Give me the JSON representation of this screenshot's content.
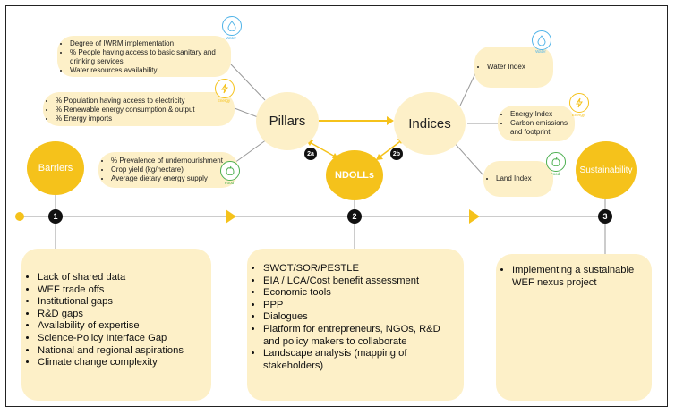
{
  "pillars_label": "Pillars",
  "indices_label": "Indices",
  "ndolls_label": "NDOLLs",
  "barriers_label": "Barriers",
  "sustainability_label": "Sustainability",
  "water_indicators": [
    "Degree of IWRM implementation",
    "% People having access to basic sanitary and drinking services",
    "Water resources availability"
  ],
  "energy_indicators": [
    "% Population having access to electricity",
    "% Renewable energy consumption & output",
    "% Energy imports"
  ],
  "food_indicators": [
    "% Prevalence of undernourishment",
    "Crop yield (kg/hectare)",
    "Average dietary energy supply"
  ],
  "water_index": "Water Index",
  "energy_index_items": [
    "Energy Index",
    "Carbon emissions and footprint"
  ],
  "land_index": "Land Index",
  "icon_labels": {
    "water": "Water",
    "energy": "Energy",
    "food": "Food"
  },
  "step_numbers": {
    "one": "1",
    "two": "2",
    "three": "3",
    "two_a": "2a",
    "two_b": "2b"
  },
  "barriers_list": [
    "Lack of shared data",
    "WEF trade offs",
    "Institutional gaps",
    "R&D gaps",
    "Availability of expertise",
    "Science-Policy Interface Gap",
    "National and regional aspirations",
    "Climate change complexity"
  ],
  "tools_list": [
    "SWOT/SOR/PESTLE",
    "EIA / LCA/Cost benefit assessment",
    "Economic tools",
    "PPP",
    "Dialogues",
    "Platform for entrepreneurs, NGOs, R&D and policy makers to collaborate",
    "Landscape analysis (mapping of stakeholders)"
  ],
  "sustainability_list": [
    "Implementing a sustainable WEF nexus project"
  ],
  "colors": {
    "accent": "#f5c21b",
    "light": "#fdf0c8",
    "water": "#4fb3e8",
    "energy": "#f5c21b",
    "food": "#4caf50"
  }
}
